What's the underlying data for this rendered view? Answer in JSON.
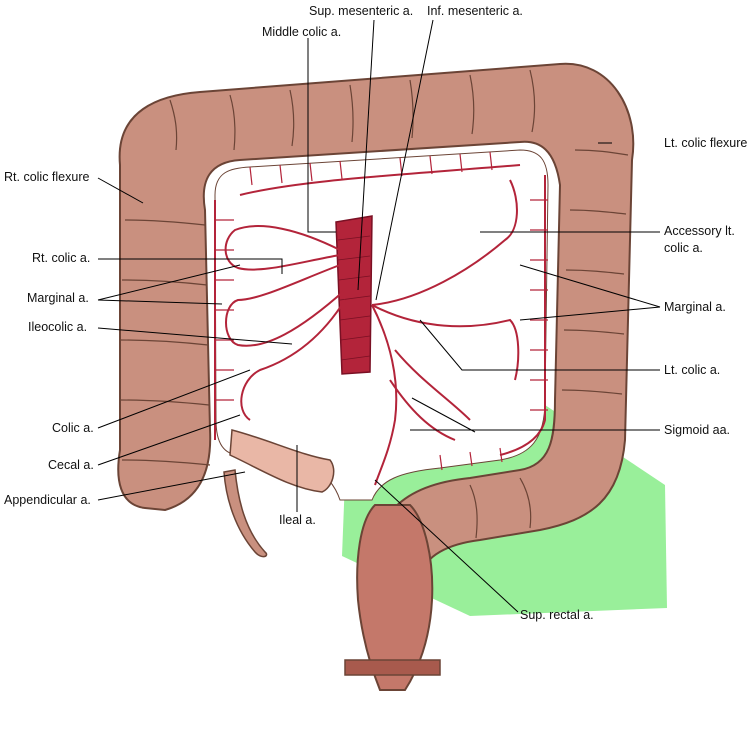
{
  "labels": {
    "sup_mesenteric": "Sup. mesenteric a.",
    "inf_mesenteric": "Inf. mesenteric a.",
    "middle_colic": "Middle colic a.",
    "rt_colic_flexure": "Rt. colic flexure",
    "lt_colic_flexure": "Lt. colic flexure",
    "accessory_lt_colic_1": "Accessory lt.",
    "accessory_lt_colic_2": "colic a.",
    "rt_colic": "Rt. colic a.",
    "marginal_left": "Marginal a.",
    "marginal_right": "Marginal a.",
    "ileocolic": "Ileocolic a.",
    "lt_colic": "Lt. colic a.",
    "colic": "Colic a.",
    "sigmoid": "Sigmoid aa.",
    "cecal": "Cecal a.",
    "appendicular": "Appendicular a.",
    "ileal": "Ileal a.",
    "sup_rectal": "Sup. rectal a."
  },
  "colors": {
    "colon": "#c9907f",
    "colon_edge": "#6b4436",
    "mesentery": "#f4ece6",
    "artery": "#b3243a",
    "artery_dark": "#7a1024",
    "highlight": "#99ef9a",
    "ileum": "#e9b7a6"
  }
}
